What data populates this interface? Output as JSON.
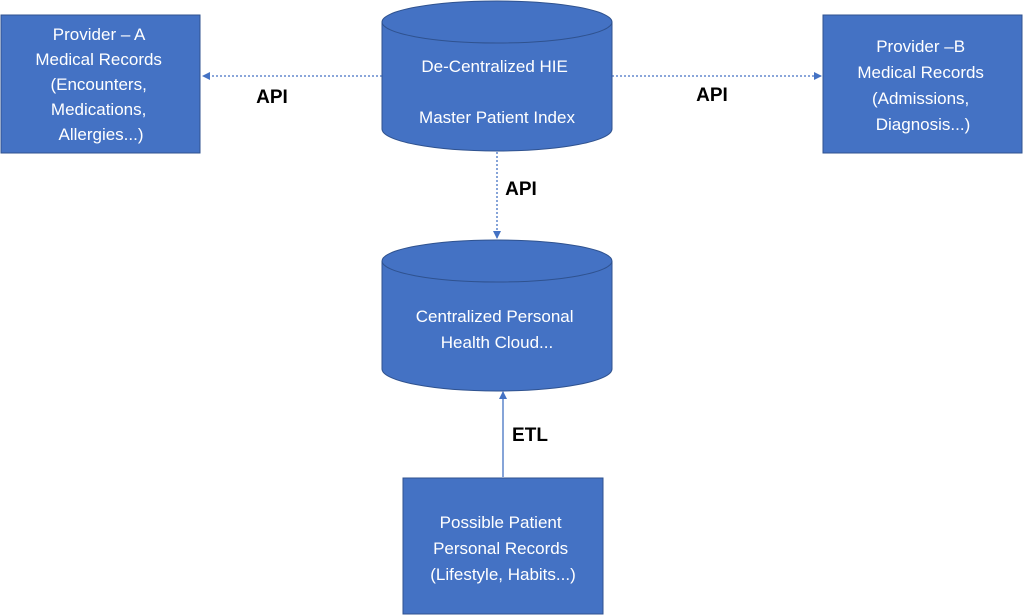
{
  "colors": {
    "node_fill": "#4472C4",
    "node_stroke": "#2F528F",
    "connector": "#4472C4",
    "node_text": "#FFFFFF",
    "label_text": "#000000"
  },
  "nodes": {
    "provider_a": {
      "shape": "rectangle",
      "lines": [
        "Provider – A",
        "Medical Records",
        "(Encounters,",
        "Medications,",
        "Allergies...)"
      ]
    },
    "hie": {
      "shape": "cylinder",
      "lines": [
        "De-Centralized HIE",
        "",
        "Master Patient Index"
      ]
    },
    "provider_b": {
      "shape": "rectangle",
      "lines": [
        "Provider –B",
        "Medical Records",
        "(Admissions,",
        "Diagnosis...)"
      ]
    },
    "cloud": {
      "shape": "cylinder",
      "lines": [
        "Centralized Personal",
        "Health Cloud..."
      ]
    },
    "patient_records": {
      "shape": "rectangle",
      "lines": [
        "Possible Patient",
        "Personal Records",
        "(Lifestyle, Habits...)"
      ]
    }
  },
  "edges": {
    "hie_to_provider_a": {
      "label": "API",
      "style": "dotted"
    },
    "hie_to_provider_b": {
      "label": "API",
      "style": "dotted"
    },
    "hie_to_cloud": {
      "label": "API",
      "style": "dotted"
    },
    "patient_to_cloud": {
      "label": "ETL",
      "style": "solid"
    }
  }
}
